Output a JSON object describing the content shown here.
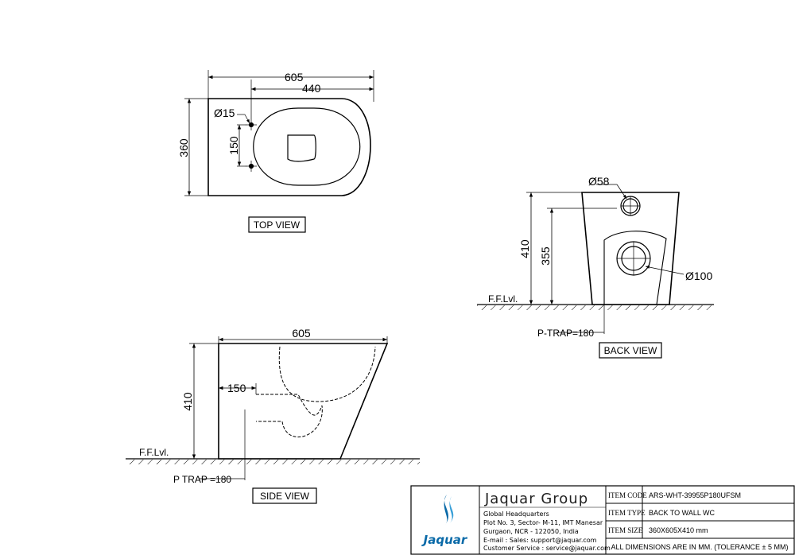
{
  "top_view": {
    "title": "TOP VIEW",
    "dim_overall_length": "605",
    "dim_bowl_length": "440",
    "dim_width": "360",
    "dim_hole_dia": "Ø15",
    "dim_hole_spacing": "150"
  },
  "back_view": {
    "title": "BACK VIEW",
    "dim_inlet": "Ø58",
    "dim_outlet": "Ø100",
    "dim_height": "410",
    "dim_outlet_height": "355",
    "floor_label": "F.F.Lvl.",
    "trap_label": "P-TRAP=180"
  },
  "side_view": {
    "title": "SIDE VIEW",
    "dim_length": "605",
    "dim_height": "410",
    "dim_offset": "150",
    "floor_label": "F.F.Lvl.",
    "trap_label": "P TRAP =180"
  },
  "title_block": {
    "company": "Jaquar Group",
    "brand": "Jaquar",
    "hq": "Global Headquarters",
    "address1": "Plot No. 3, Sector- M-11, IMT Manesar",
    "address2": "Gurgaon, NCR - 122050, India",
    "email": "E-mail :  Sales:  support@jaquar.com",
    "service": "Customer Service :  service@jaquar.com",
    "item_code_label": "ITEM CODE",
    "item_code": "ARS-WHT-39955P180UFSM",
    "item_type_label": "ITEM TYPE",
    "item_type": "BACK TO WALL WC",
    "item_size_label": "ITEM SIZE",
    "item_size": "360X605X410 mm",
    "note": "ALL DIMENSIONS ARE IN MM. (TOLERANCE ± 5 MM)"
  },
  "colors": {
    "line": "#000000",
    "brand_blue": "#0a6aa8"
  }
}
